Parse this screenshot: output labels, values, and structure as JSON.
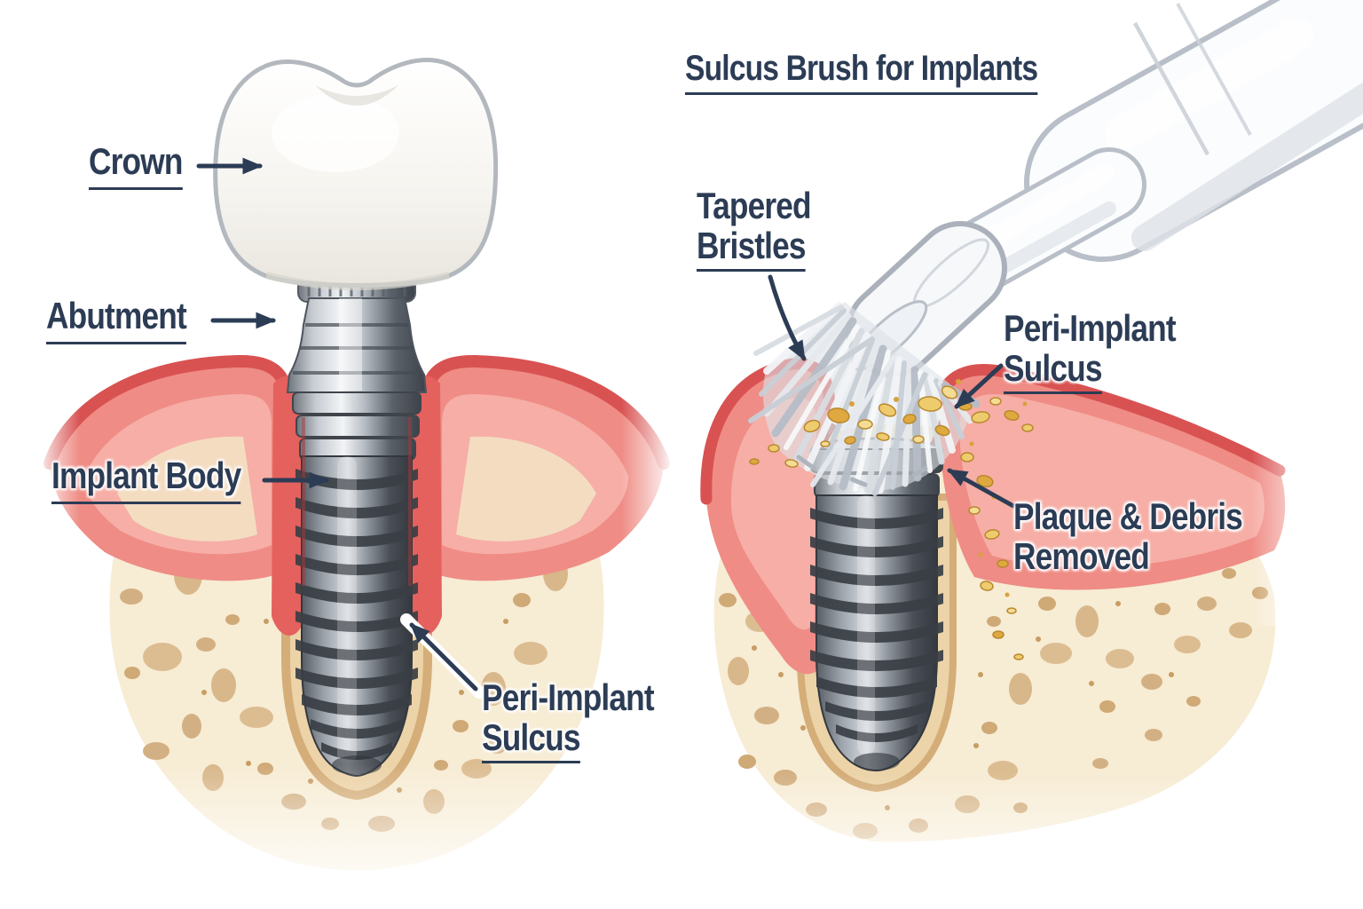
{
  "left_diagram": {
    "description": "dental implant cross-section anatomy",
    "labels": {
      "crown": "Crown",
      "abutment": "Abutment",
      "implant_body": "Implant Body",
      "peri_implant_sulcus": {
        "line1": "Peri-Implant",
        "line2": "Sulcus"
      }
    }
  },
  "right_diagram": {
    "title": "Sulcus Brush for Implants",
    "labels": {
      "tapered_bristles": {
        "line1": "Tapered",
        "line2": "Bristles"
      },
      "peri_implant_sulcus": {
        "line1": "Peri-Implant",
        "line2": "Sulcus"
      },
      "plaque_debris_removed": {
        "line1": "Plaque & Debris",
        "line2": "Removed"
      }
    }
  },
  "colors": {
    "label_text": "#2c3c55",
    "arrow": "#2c3c55",
    "gum_outer_edge": "#d95252",
    "gum_mid": "#ef8c85",
    "gum_inner": "#f6aea6",
    "gum_strip": "#e4615e",
    "bone_base": "#f7ecd4",
    "bone_hole": "#d8b78a",
    "bone_socket": "#ecd3a8",
    "implant_metal_light": "#f2f4f6",
    "implant_metal_dark": "#3e434a",
    "crown_white": "#f7f5f0",
    "crown_outline": "#b3b8be",
    "brush_handle_white": "#fbfcfd",
    "brush_shadow": "#b9bfc8",
    "debris_gold": "#eecb6d",
    "debris_gold_dark": "#dfa93f"
  }
}
